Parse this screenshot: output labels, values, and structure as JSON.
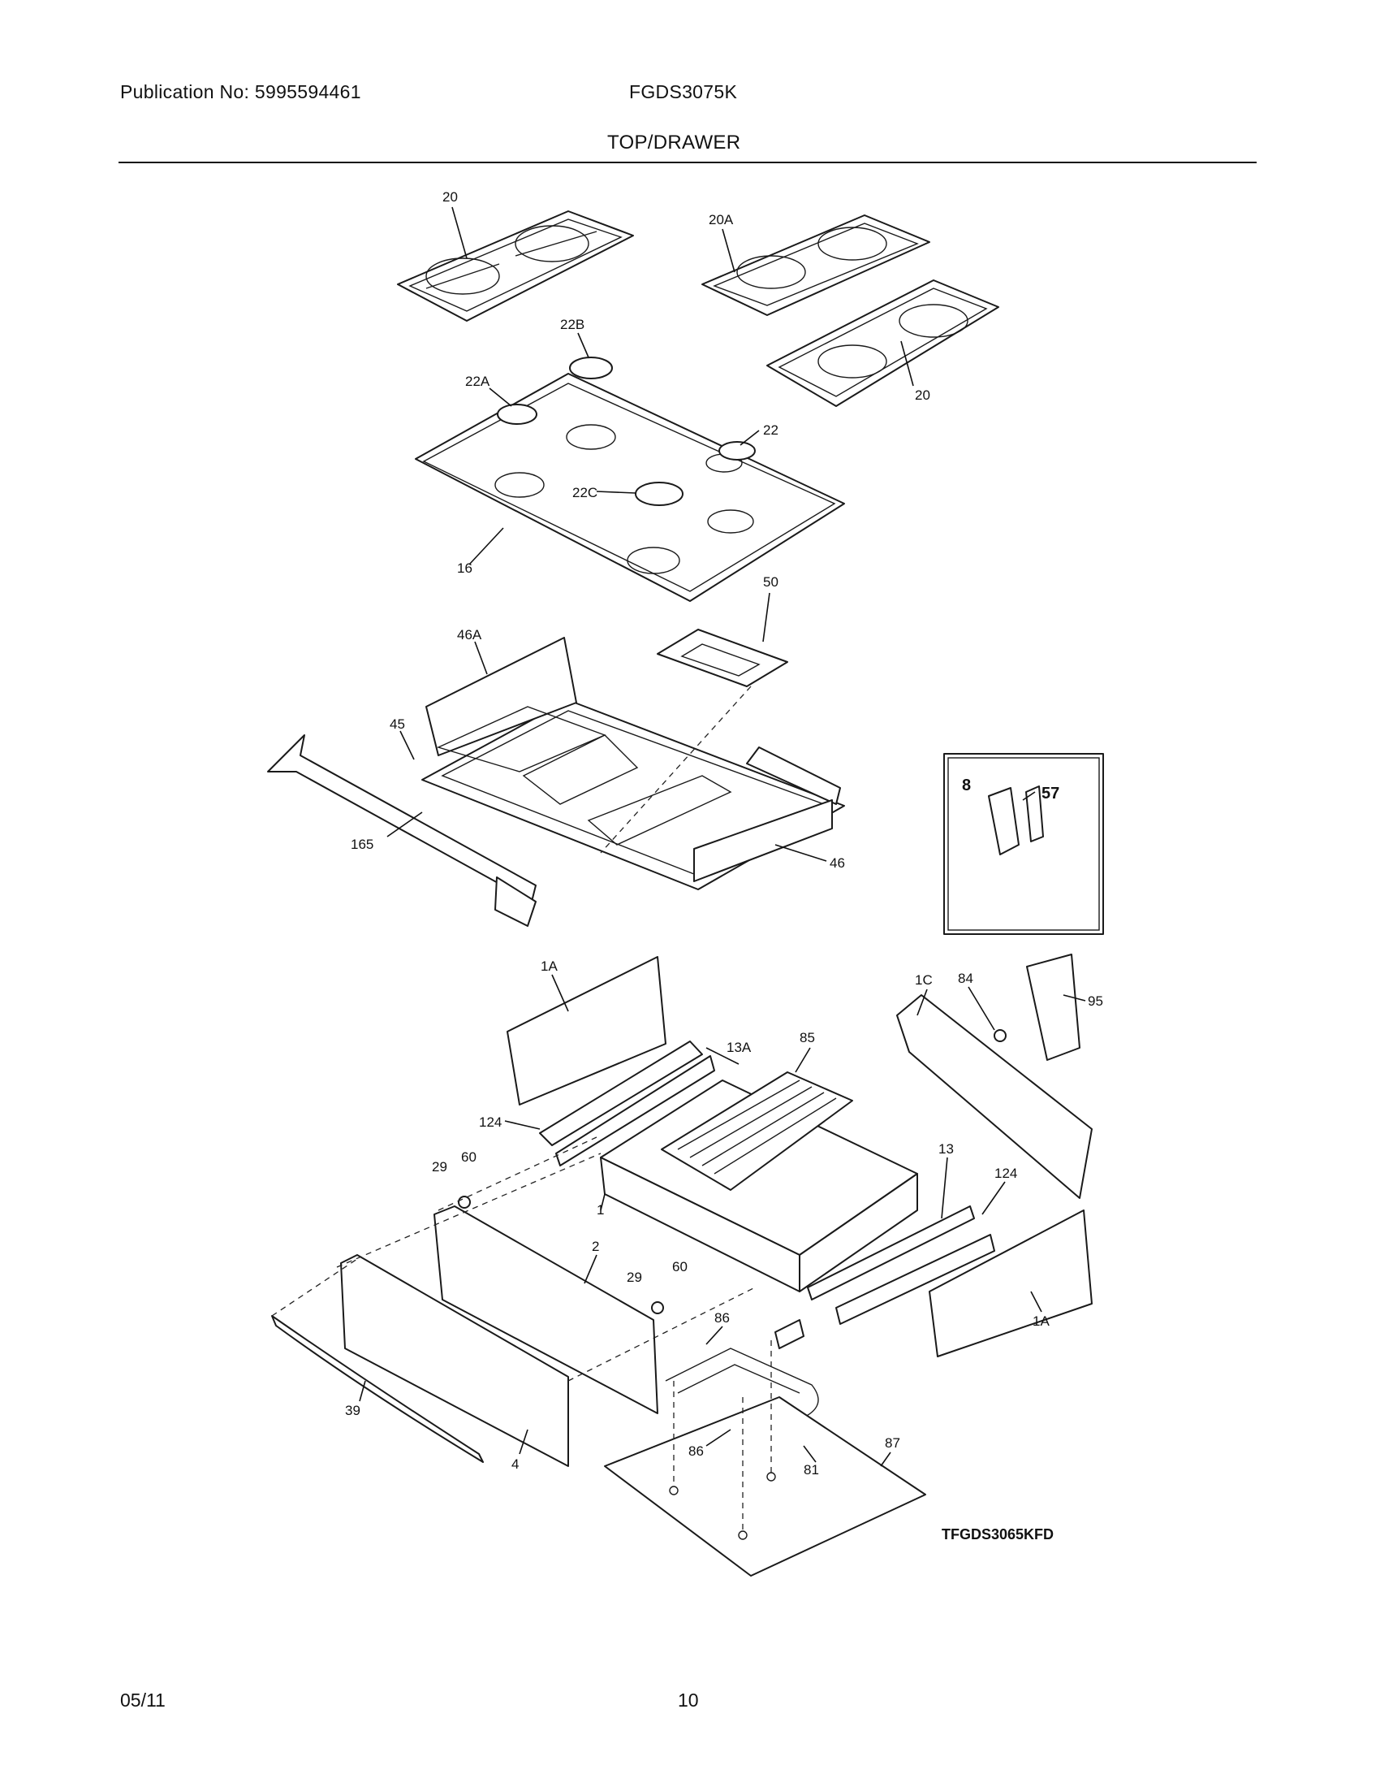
{
  "header": {
    "publication": "Publication No: 5995594461",
    "model": "FGDS3075K",
    "section_title": "TOP/DRAWER"
  },
  "diagram": {
    "code": "TFGDS3065KFD",
    "callouts": {
      "c20a": "20",
      "c20A": "20A",
      "c20b": "20",
      "c22B": "22B",
      "c22A": "22A",
      "c22": "22",
      "c22C": "22C",
      "c16": "16",
      "c50": "50",
      "c46A": "46A",
      "c45": "45",
      "c165": "165",
      "c46": "46",
      "c8": "8",
      "c57": "57",
      "c1Aa": "1A",
      "c13A": "13A",
      "c85": "85",
      "c1C": "1C",
      "c84": "84",
      "c95": "95",
      "c124a": "124",
      "c29a": "29",
      "c60a": "60",
      "c13": "13",
      "c124b": "124",
      "c1": "1",
      "c2": "2",
      "c29b": "29",
      "c60b": "60",
      "c1Ab": "1A",
      "c86a": "86",
      "c86b": "86",
      "c87": "87",
      "c81": "81",
      "c39": "39",
      "c4": "4"
    }
  },
  "footer": {
    "date": "05/11",
    "page": "10"
  }
}
